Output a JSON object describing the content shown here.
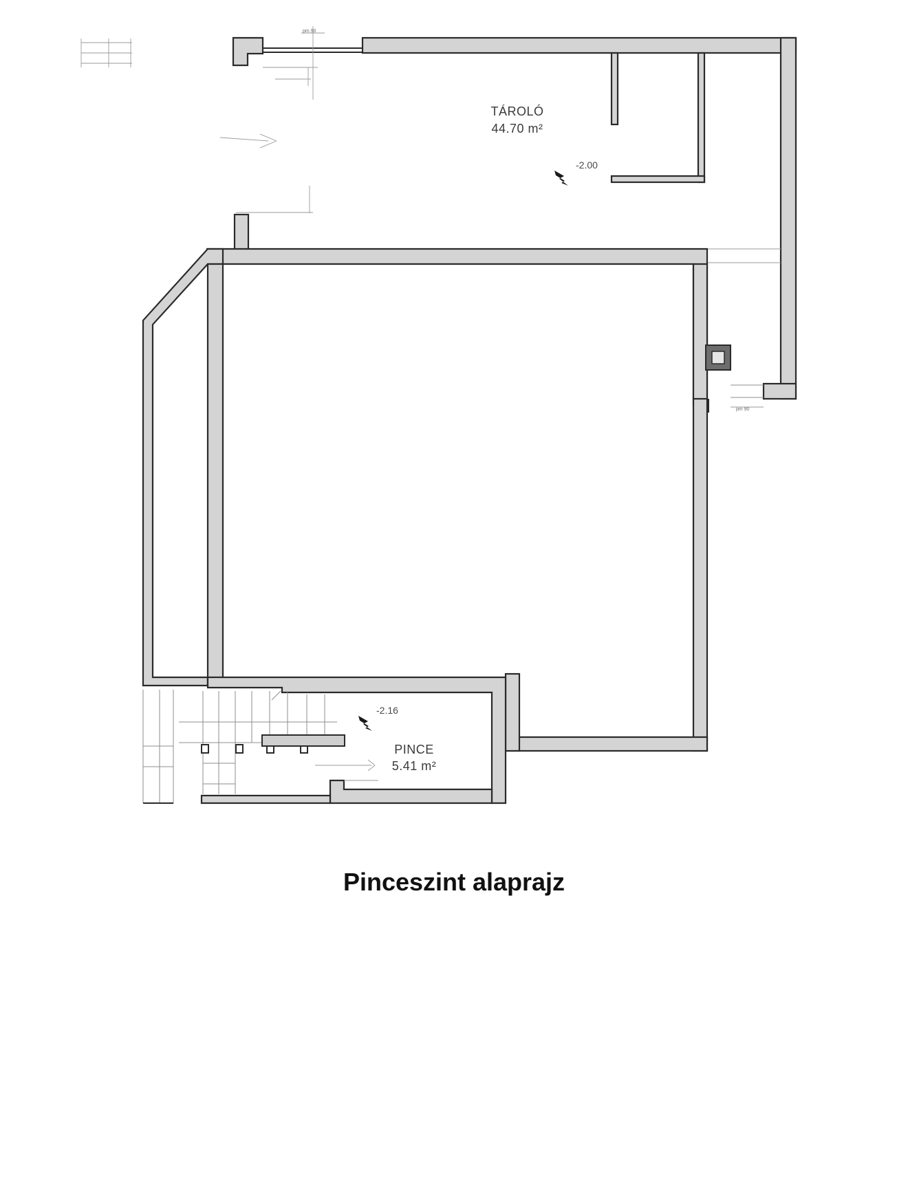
{
  "title": "Pinceszint alaprajz",
  "rooms": [
    {
      "name": "TÁROLÓ",
      "area": "44.70 m²"
    },
    {
      "name": "PINCE",
      "area": "5.41 m²"
    }
  ],
  "levels": [
    "-2.00",
    "-2.16"
  ],
  "small_annotations": [
    "pm 90",
    "pm 90"
  ],
  "colors": {
    "wall_fill": "#d4d4d4",
    "wall_stroke": "#2a2a2a",
    "title": "#111111"
  }
}
